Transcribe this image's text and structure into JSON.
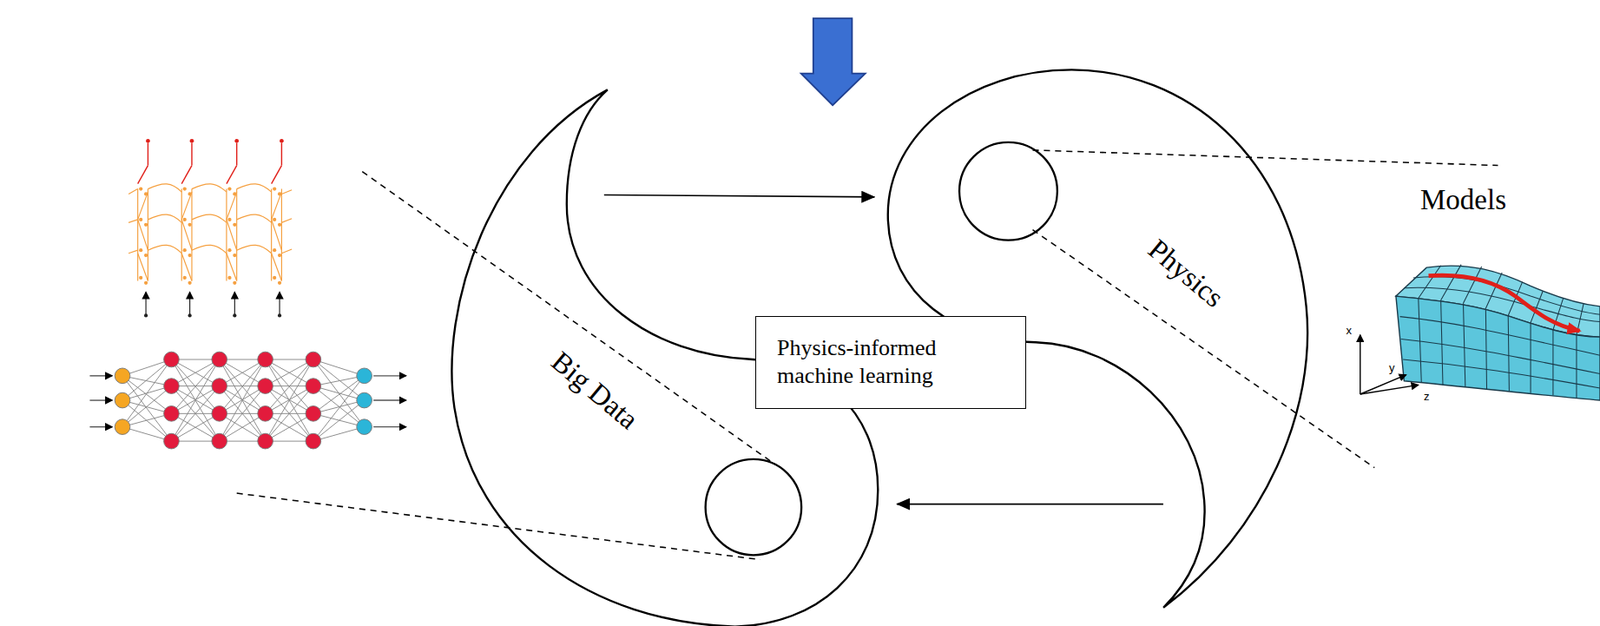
{
  "diagram": {
    "nodes": [
      {
        "text": [
          "Big Data"
        ]
      },
      {
        "text": [
          "Physics"
        ]
      },
      {
        "text": [
          "Physics-informed machine learning"
        ]
      }
    ],
    "edges": [
      {
        "from": 0,
        "to": 1,
        "arrow": "to"
      },
      {
        "from": 1,
        "to": 0,
        "arrow": "to"
      }
    ],
    "labels": [
      "Models",
      "x",
      "y",
      "z"
    ]
  }
}
